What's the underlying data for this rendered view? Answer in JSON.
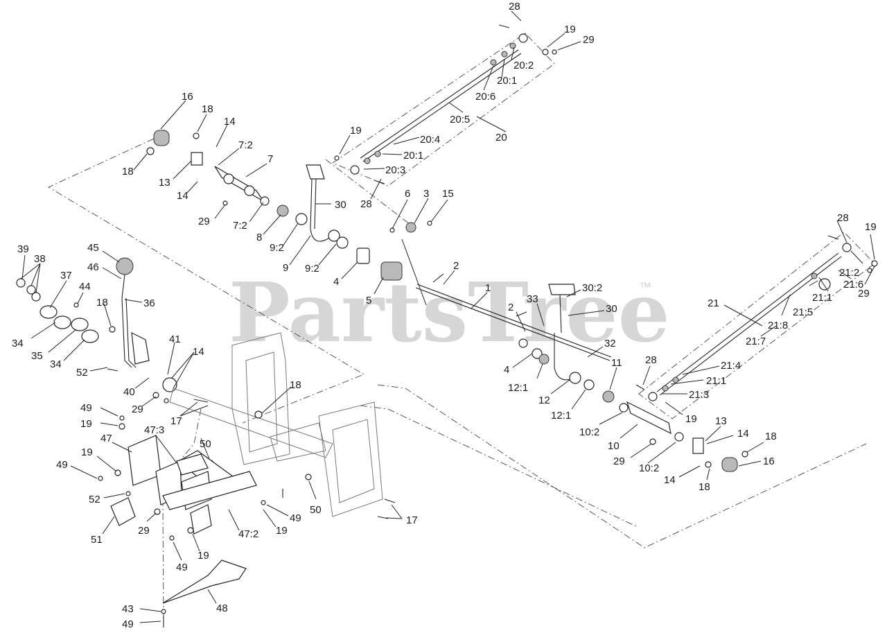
{
  "watermark": {
    "brand": "PartsTree",
    "trademark": "™"
  },
  "callouts": [
    {
      "id": "c28a",
      "text": "28"
    },
    {
      "id": "c19a",
      "text": "19"
    },
    {
      "id": "c29a",
      "text": "29"
    },
    {
      "id": "c20_2",
      "text": "20:2"
    },
    {
      "id": "c20_1a",
      "text": "20:1"
    },
    {
      "id": "c20_6",
      "text": "20:6"
    },
    {
      "id": "c20_5",
      "text": "20:5"
    },
    {
      "id": "c20",
      "text": "20"
    },
    {
      "id": "c20_4",
      "text": "20:4"
    },
    {
      "id": "c20_1b",
      "text": "20:1"
    },
    {
      "id": "c20_3",
      "text": "20:3"
    },
    {
      "id": "c28b",
      "text": "28"
    },
    {
      "id": "c19b",
      "text": "19"
    },
    {
      "id": "c16a",
      "text": "16"
    },
    {
      "id": "c18a",
      "text": "18"
    },
    {
      "id": "c14a",
      "text": "14"
    },
    {
      "id": "c18b",
      "text": "18"
    },
    {
      "id": "c13a",
      "text": "13"
    },
    {
      "id": "c14b",
      "text": "14"
    },
    {
      "id": "c7_2a",
      "text": "7:2"
    },
    {
      "id": "c7",
      "text": "7"
    },
    {
      "id": "c29b",
      "text": "29"
    },
    {
      "id": "c7_2b",
      "text": "7:2"
    },
    {
      "id": "c8",
      "text": "8"
    },
    {
      "id": "c9_2a",
      "text": "9:2"
    },
    {
      "id": "c30a",
      "text": "30"
    },
    {
      "id": "c9",
      "text": "9"
    },
    {
      "id": "c9_2b",
      "text": "9:2"
    },
    {
      "id": "c6",
      "text": "6"
    },
    {
      "id": "c3",
      "text": "3"
    },
    {
      "id": "c15",
      "text": "15"
    },
    {
      "id": "c4a",
      "text": "4"
    },
    {
      "id": "c5",
      "text": "5"
    },
    {
      "id": "c2a",
      "text": "2"
    },
    {
      "id": "c1",
      "text": "1"
    },
    {
      "id": "c2b",
      "text": "2"
    },
    {
      "id": "c33",
      "text": "33"
    },
    {
      "id": "c30_2",
      "text": "30:2"
    },
    {
      "id": "c30b",
      "text": "30"
    },
    {
      "id": "c32",
      "text": "32"
    },
    {
      "id": "c4b",
      "text": "4"
    },
    {
      "id": "c12_1a",
      "text": "12:1"
    },
    {
      "id": "c12",
      "text": "12"
    },
    {
      "id": "c12_1b",
      "text": "12:1"
    },
    {
      "id": "c11",
      "text": "11"
    },
    {
      "id": "c28c",
      "text": "28"
    },
    {
      "id": "c19c",
      "text": "19"
    },
    {
      "id": "c10_2a",
      "text": "10:2"
    },
    {
      "id": "c10",
      "text": "10"
    },
    {
      "id": "c29c",
      "text": "29"
    },
    {
      "id": "c10_2b",
      "text": "10:2"
    },
    {
      "id": "c13b",
      "text": "13"
    },
    {
      "id": "c14c",
      "text": "14"
    },
    {
      "id": "c18c",
      "text": "18"
    },
    {
      "id": "c16b",
      "text": "16"
    },
    {
      "id": "c14d",
      "text": "14"
    },
    {
      "id": "c18d",
      "text": "18"
    },
    {
      "id": "c28d",
      "text": "28"
    },
    {
      "id": "c19d",
      "text": "19"
    },
    {
      "id": "c21_2",
      "text": "21:2"
    },
    {
      "id": "c21_6",
      "text": "21:6"
    },
    {
      "id": "c21_1a",
      "text": "21:1"
    },
    {
      "id": "c21_5",
      "text": "21:5"
    },
    {
      "id": "c29d",
      "text": "29"
    },
    {
      "id": "c21",
      "text": "21"
    },
    {
      "id": "c21_8",
      "text": "21:8"
    },
    {
      "id": "c21_7",
      "text": "21:7"
    },
    {
      "id": "c21_4",
      "text": "21:4"
    },
    {
      "id": "c21_1b",
      "text": "21:1"
    },
    {
      "id": "c21_3",
      "text": "21:3"
    },
    {
      "id": "c39",
      "text": "39"
    },
    {
      "id": "c38",
      "text": "38"
    },
    {
      "id": "c45",
      "text": "45"
    },
    {
      "id": "c46",
      "text": "46"
    },
    {
      "id": "c37",
      "text": "37"
    },
    {
      "id": "c44",
      "text": "44"
    },
    {
      "id": "c36",
      "text": "36"
    },
    {
      "id": "c18e",
      "text": "18"
    },
    {
      "id": "c34a",
      "text": "34"
    },
    {
      "id": "c35",
      "text": "35"
    },
    {
      "id": "c34b",
      "text": "34"
    },
    {
      "id": "c41",
      "text": "41"
    },
    {
      "id": "c14e",
      "text": "14"
    },
    {
      "id": "c52a",
      "text": "52"
    },
    {
      "id": "c40",
      "text": "40"
    },
    {
      "id": "c29e",
      "text": "29"
    },
    {
      "id": "c18f",
      "text": "18"
    },
    {
      "id": "c17a",
      "text": "17"
    },
    {
      "id": "c49a",
      "text": "49"
    },
    {
      "id": "c19e",
      "text": "19"
    },
    {
      "id": "c47_3",
      "text": "47:3"
    },
    {
      "id": "c47",
      "text": "47"
    },
    {
      "id": "c50a",
      "text": "50"
    },
    {
      "id": "c19f",
      "text": "19"
    },
    {
      "id": "c49b",
      "text": "49"
    },
    {
      "id": "c52b",
      "text": "52"
    },
    {
      "id": "c29f",
      "text": "29"
    },
    {
      "id": "c51",
      "text": "51"
    },
    {
      "id": "c50b",
      "text": "50"
    },
    {
      "id": "c49c",
      "text": "49"
    },
    {
      "id": "c19g",
      "text": "19"
    },
    {
      "id": "c47_2",
      "text": "47:2"
    },
    {
      "id": "c17b",
      "text": "17"
    },
    {
      "id": "c49d",
      "text": "49"
    },
    {
      "id": "c19h",
      "text": "19"
    },
    {
      "id": "c48",
      "text": "48"
    },
    {
      "id": "c43",
      "text": "43"
    },
    {
      "id": "c49e",
      "text": "49"
    }
  ]
}
